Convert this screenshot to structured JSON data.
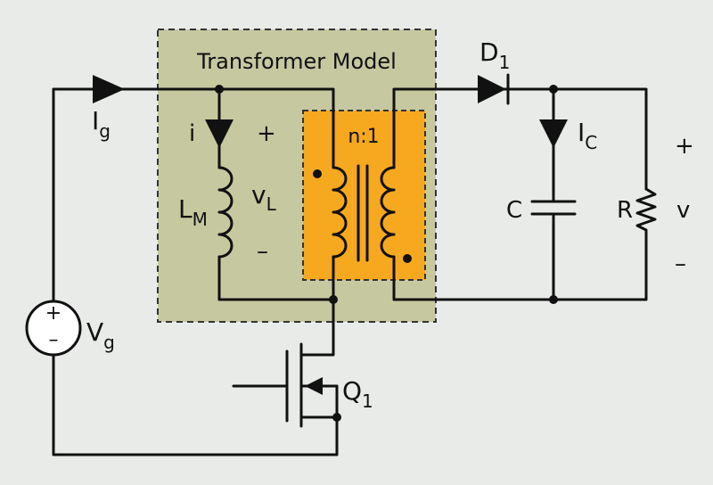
{
  "title": "Transformer Model",
  "labels": {
    "ig_main": "I",
    "ig_sub": "g",
    "i": "i",
    "plus_l": "+",
    "lm_main": "L",
    "lm_sub": "M",
    "vl_main": "v",
    "vl_sub": "L",
    "minus_l": "–",
    "ratio": "n:1",
    "d1_main": "D",
    "d1_sub": "1",
    "ic_main": "I",
    "ic_sub": "C",
    "c": "C",
    "r": "R",
    "v": "v",
    "plus_r": "+",
    "minus_r": "–",
    "vg_main": "V",
    "vg_sub": "g",
    "src_plus": "+",
    "src_minus": "–",
    "q1_main": "Q",
    "q1_sub": "1"
  },
  "colors": {
    "background": "#e8ebe8",
    "transformer_box": "#c6c9a0",
    "ideal_box": "#f6a81f",
    "wire": "#111111"
  }
}
